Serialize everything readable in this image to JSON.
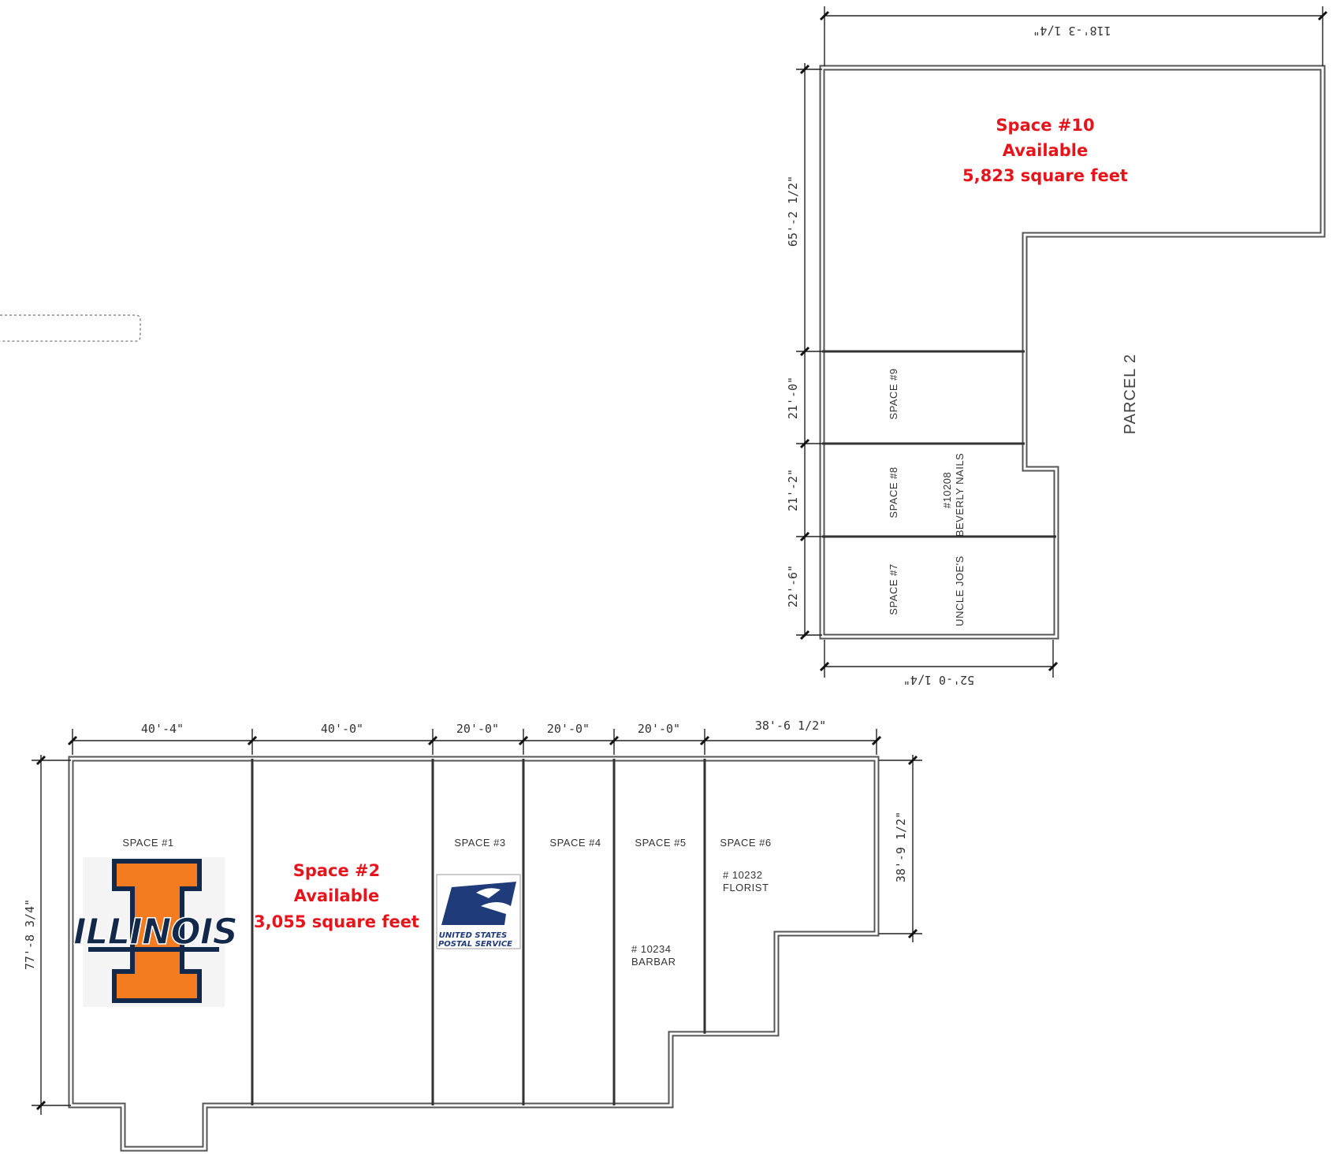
{
  "parcel_label": "PARCEL 2",
  "upper_building": {
    "dimensions": {
      "top_width": "118'-3 1/4\"",
      "bottom_width": "52'-0 1/4\"",
      "height_space10": "65'-2 1/2\"",
      "height_space9": "21'-0\"",
      "height_space8": "21'-2\"",
      "height_space7": "22'-6\""
    },
    "spaces": {
      "space10": {
        "title": "Space #10",
        "status": "Available",
        "area": "5,823 square feet"
      },
      "space9": {
        "label": "SPACE #9"
      },
      "space8": {
        "label": "SPACE #8",
        "unit": "#10208",
        "tenant": "BEVERLY NAILS"
      },
      "space7": {
        "label": "SPACE #7",
        "tenant": "UNCLE JOE'S"
      }
    }
  },
  "lower_building": {
    "dimensions": {
      "space1_width": "40'-4\"",
      "space2_width": "40'-0\"",
      "space3_width": "20'-0\"",
      "space4_width": "20'-0\"",
      "space5_width": "20'-0\"",
      "space6_width": "38'-6 1/2\"",
      "left_height": "77'-8 3/4\"",
      "right_height": "38'-9 1/2\""
    },
    "spaces": {
      "space1": {
        "label": "SPACE #1",
        "logo_text": "ILLINOIS"
      },
      "space2": {
        "title": "Space #2",
        "status": "Available",
        "area": "3,055 square feet"
      },
      "space3": {
        "label": "SPACE #3",
        "logo_line1": "UNITED STATES",
        "logo_line2": "POSTAL SERVICE"
      },
      "space4": {
        "label": "SPACE #4"
      },
      "space5": {
        "label": "SPACE #5",
        "unit": "# 10234",
        "tenant": "BARBAR"
      },
      "space6": {
        "label": "SPACE #6",
        "unit": "# 10232",
        "tenant": "FLORIST"
      }
    }
  },
  "colors": {
    "available_text": "#e8141b",
    "illinois_orange": "#f47b20",
    "illinois_blue": "#13294b",
    "usps_blue": "#1f3b7a"
  }
}
